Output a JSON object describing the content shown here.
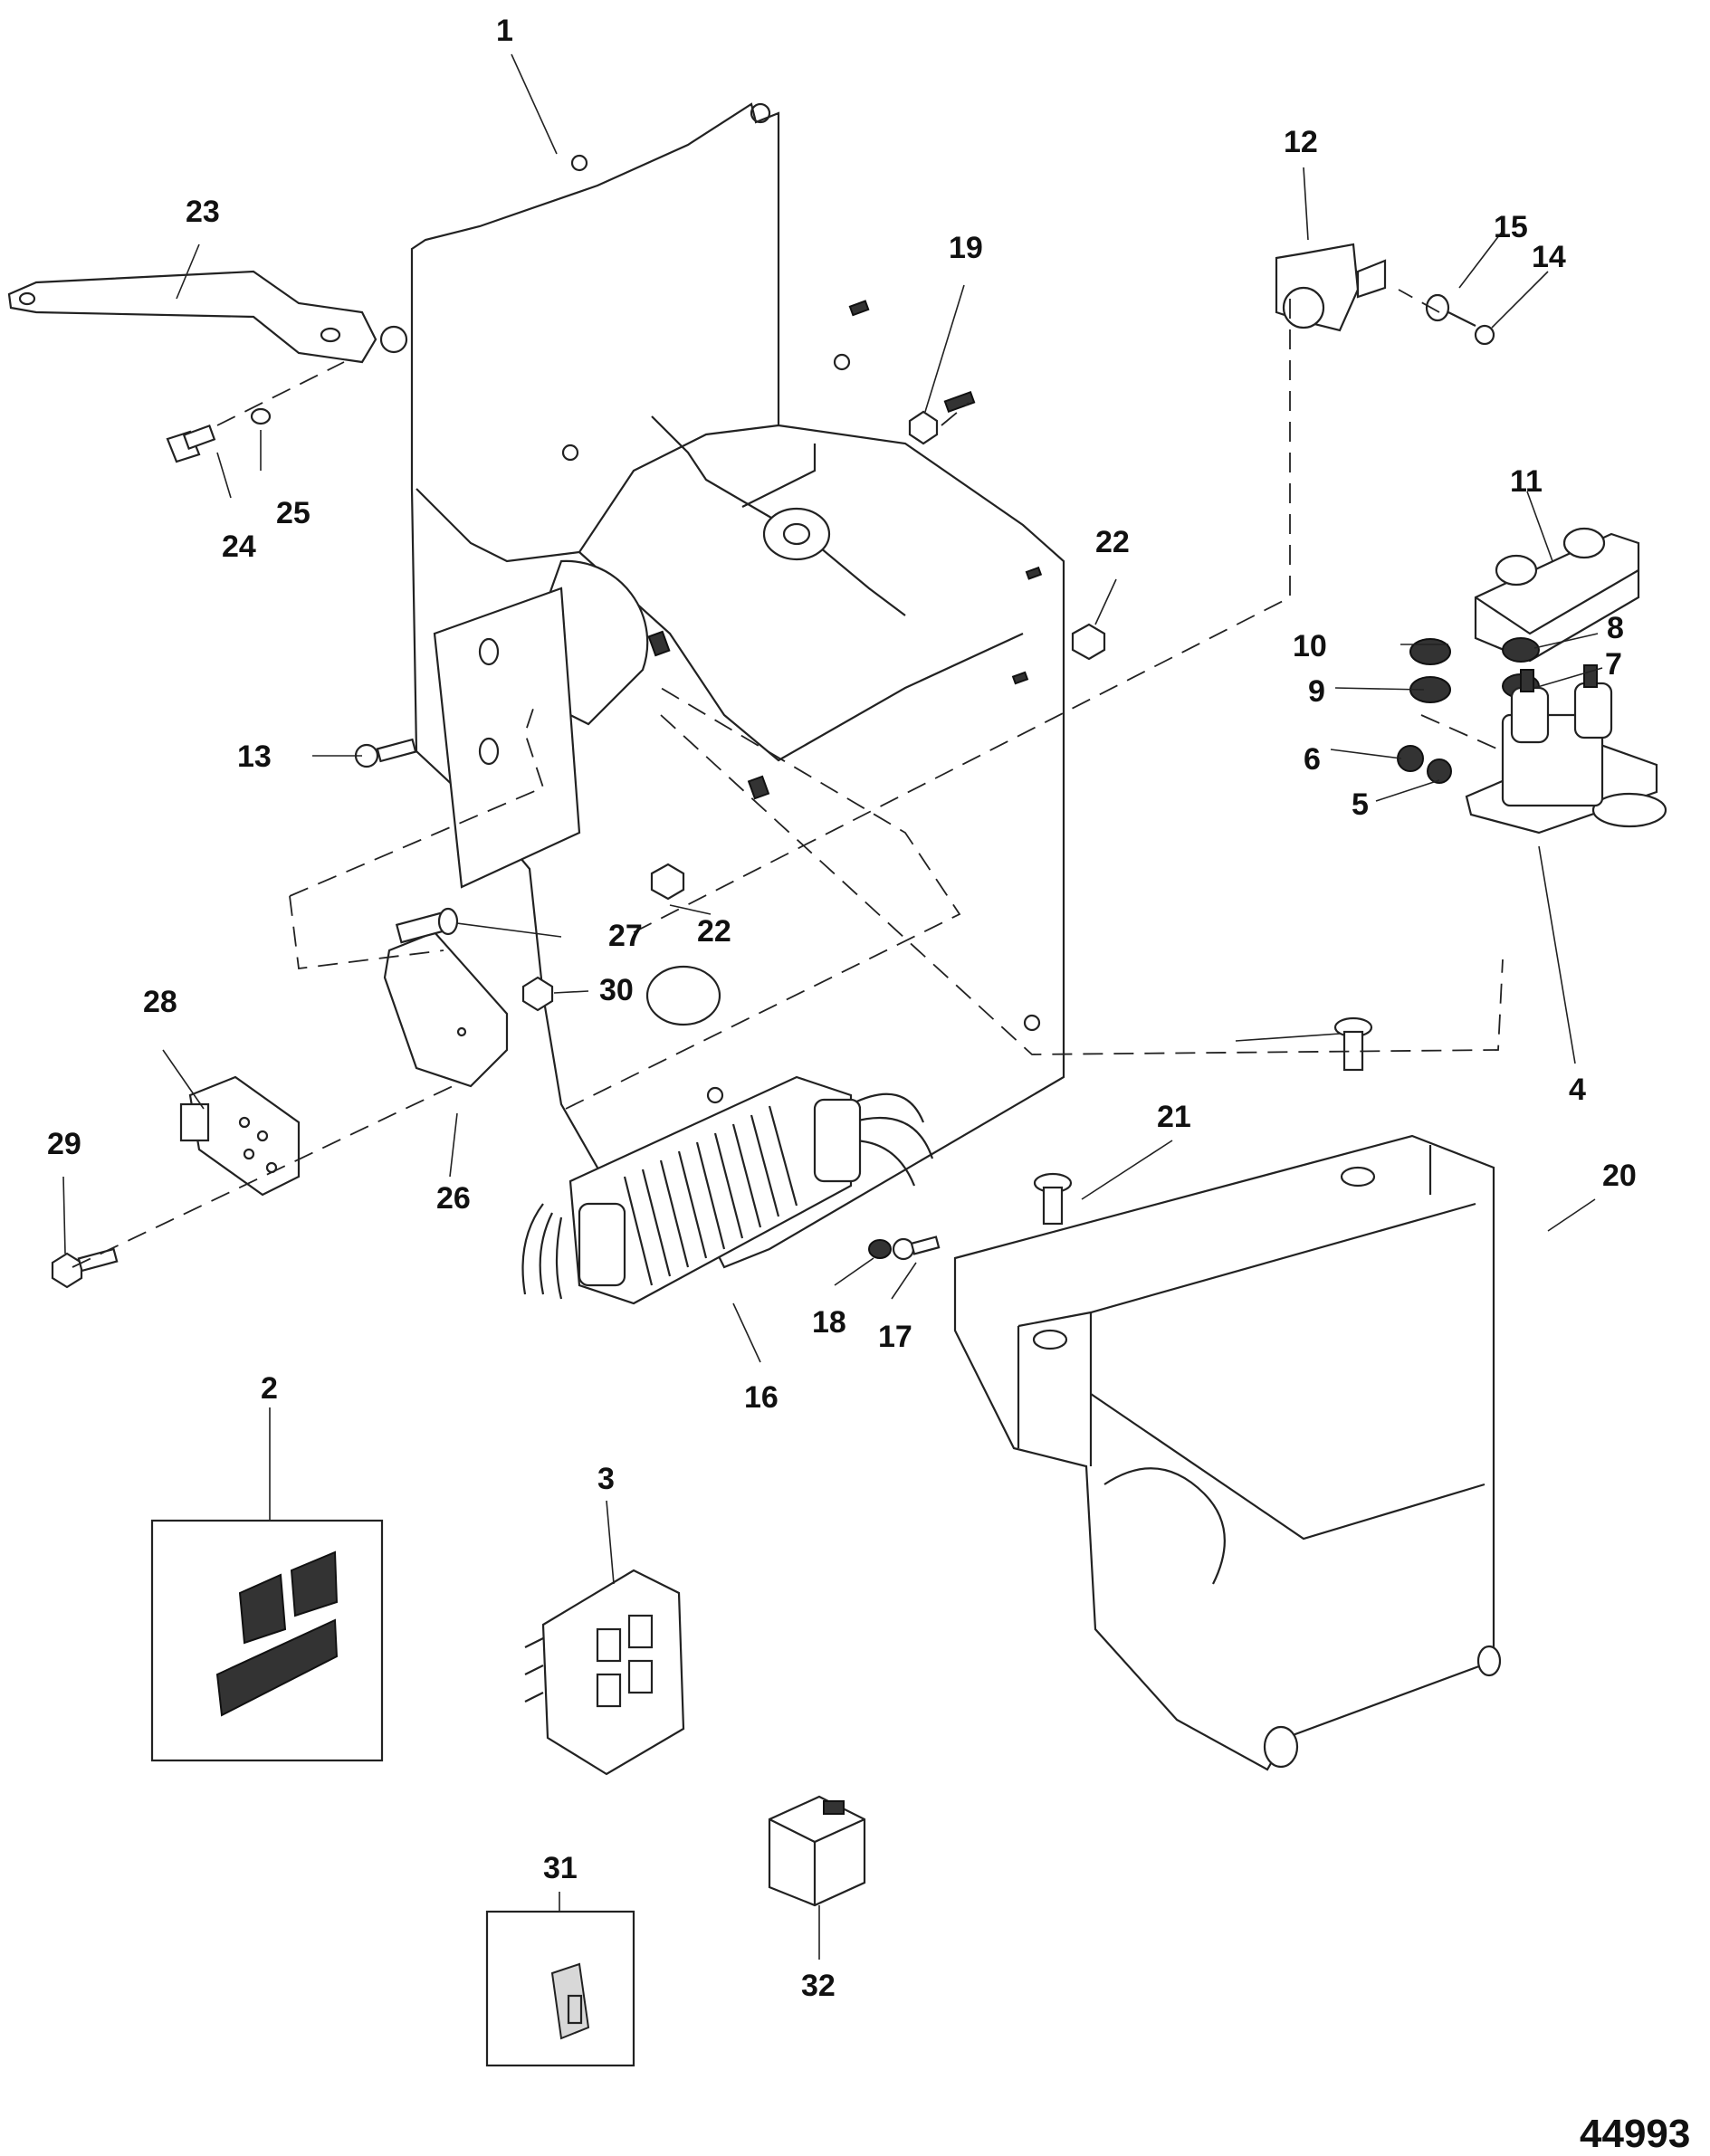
{
  "diagram": {
    "title": "Exploded parts view - electrical mounting bracket, module, solenoid and cover",
    "figure_number": "44993",
    "callouts": [
      {
        "id": "1",
        "label": "1",
        "part": "mounting-bracket"
      },
      {
        "id": "2",
        "label": "2",
        "part": "decal-set"
      },
      {
        "id": "3",
        "label": "3",
        "part": "connector-plate"
      },
      {
        "id": "4",
        "label": "4",
        "part": "starter-solenoid"
      },
      {
        "id": "5",
        "label": "5",
        "part": "lock-washer"
      },
      {
        "id": "6",
        "label": "6",
        "part": "nut"
      },
      {
        "id": "7",
        "label": "7",
        "part": "lock-washer"
      },
      {
        "id": "8",
        "label": "8",
        "part": "nut"
      },
      {
        "id": "9",
        "label": "9",
        "part": "lock-washer"
      },
      {
        "id": "10",
        "label": "10",
        "part": "nut"
      },
      {
        "id": "11",
        "label": "11",
        "part": "terminal-boot"
      },
      {
        "id": "12",
        "label": "12",
        "part": "circuit-breaker"
      },
      {
        "id": "13",
        "label": "13",
        "part": "screw"
      },
      {
        "id": "14",
        "label": "14",
        "part": "screw"
      },
      {
        "id": "15",
        "label": "15",
        "part": "washer"
      },
      {
        "id": "16",
        "label": "16",
        "part": "control-module"
      },
      {
        "id": "17",
        "label": "17",
        "part": "screw"
      },
      {
        "id": "18",
        "label": "18",
        "part": "washer"
      },
      {
        "id": "19",
        "label": "19",
        "part": "nut"
      },
      {
        "id": "20",
        "label": "20",
        "part": "cover"
      },
      {
        "id": "21",
        "label": "21",
        "part": "screw"
      },
      {
        "id": "22",
        "label": "22",
        "part": "nut"
      },
      {
        "id": "22b",
        "label": "22",
        "part": "nut"
      },
      {
        "id": "23",
        "label": "23",
        "part": "support-arm"
      },
      {
        "id": "24",
        "label": "24",
        "part": "screw"
      },
      {
        "id": "25",
        "label": "25",
        "part": "washer"
      },
      {
        "id": "26",
        "label": "26",
        "part": "bracket"
      },
      {
        "id": "27",
        "label": "27",
        "part": "screw"
      },
      {
        "id": "28",
        "label": "28",
        "part": "relay-bracket"
      },
      {
        "id": "29",
        "label": "29",
        "part": "screw"
      },
      {
        "id": "30",
        "label": "30",
        "part": "nut"
      },
      {
        "id": "31",
        "label": "31",
        "part": "fuse"
      },
      {
        "id": "32",
        "label": "32",
        "part": "relay"
      }
    ]
  }
}
